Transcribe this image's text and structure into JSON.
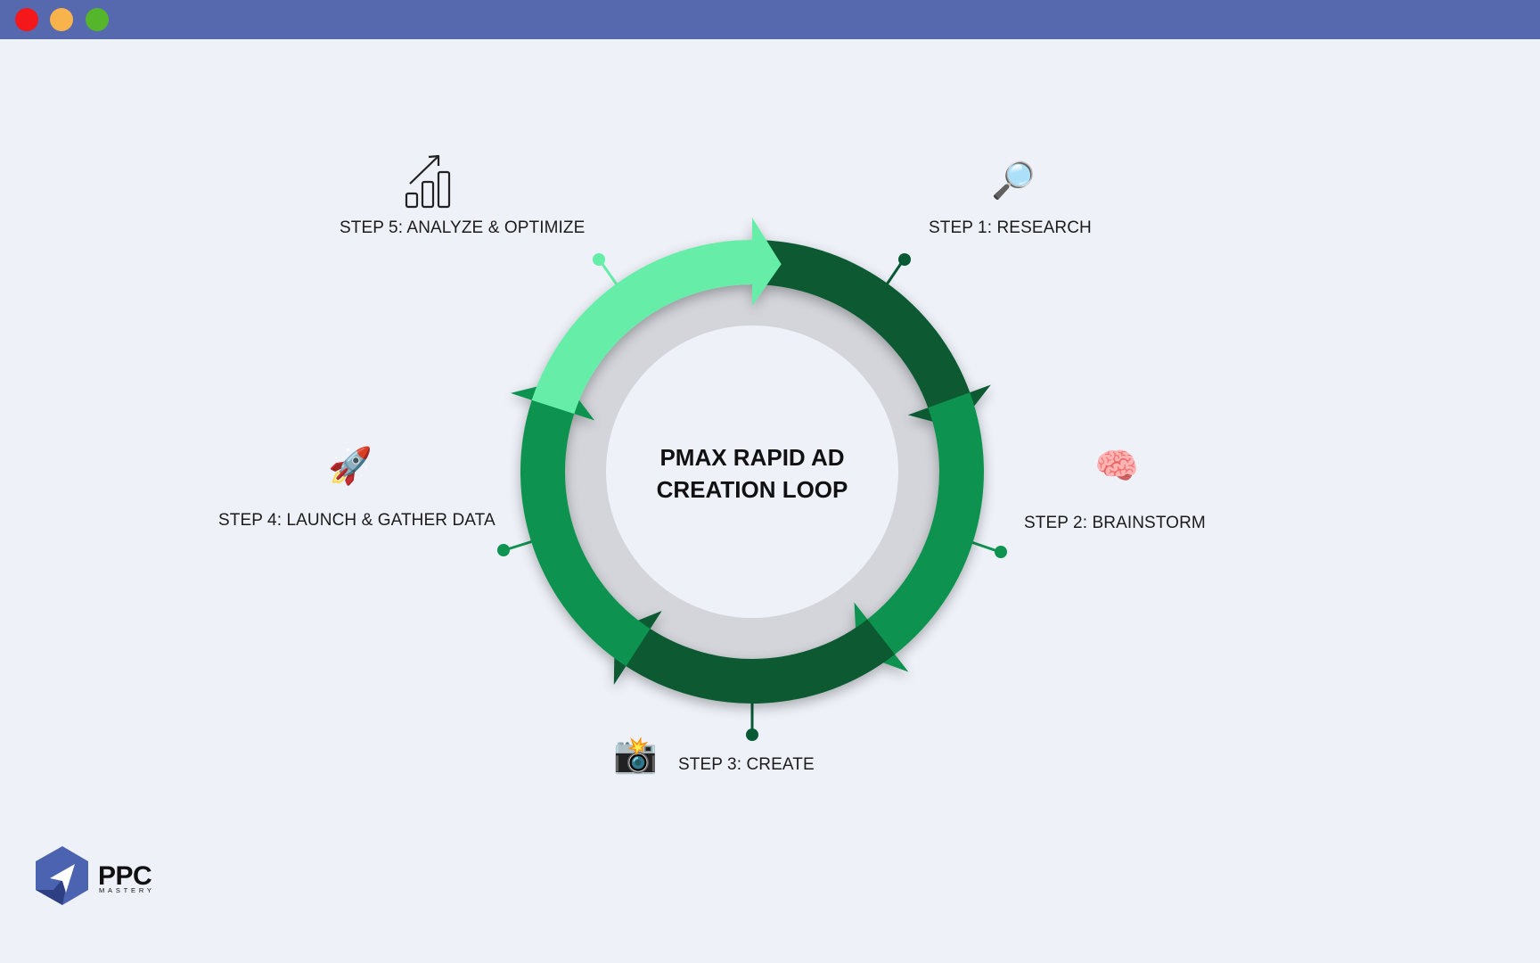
{
  "window": {
    "controls": [
      {
        "name": "close",
        "color": "#F4181B"
      },
      {
        "name": "minimize",
        "color": "#F8B34D"
      },
      {
        "name": "maximize",
        "color": "#55B62C"
      }
    ]
  },
  "diagram": {
    "title_line1": "PMAX RAPID AD",
    "title_line2": "CREATION LOOP",
    "colors": {
      "dark_green": "#075A33",
      "mid_green": "#0F9350",
      "light_green": "#66EEA8",
      "ring_gray": "#D3D5DA",
      "center": "#EEF1F8"
    },
    "steps": [
      {
        "label": "STEP 1: RESEARCH",
        "icon": "magnifying-glass-icon",
        "glyph": "🔎"
      },
      {
        "label": "STEP 2: BRAINSTORM",
        "icon": "brain-icon",
        "glyph": "🧠"
      },
      {
        "label": "STEP 3: CREATE",
        "icon": "camera-flash-icon",
        "glyph": "📸"
      },
      {
        "label": "STEP 4: LAUNCH & GATHER DATA",
        "icon": "rocket-icon",
        "glyph": "🚀"
      },
      {
        "label": "STEP 5: ANALYZE & OPTIMIZE",
        "icon": "bar-chart-growth-icon",
        "glyph": ""
      }
    ]
  },
  "logo": {
    "name": "PPC",
    "tagline": "MASTERY",
    "colors": {
      "primary": "#4B63B0",
      "dark": "#2E3F84"
    }
  }
}
